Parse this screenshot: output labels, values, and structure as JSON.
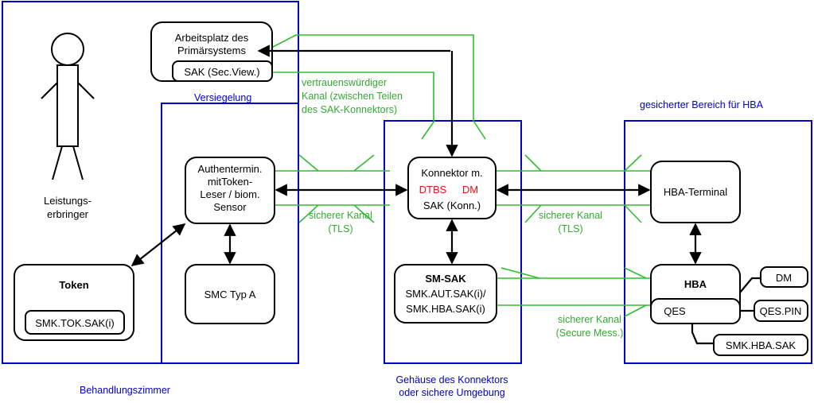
{
  "colors": {
    "region": "#0000cc",
    "secure_channel": "#33aa33",
    "highlight": "#ee1111",
    "box_stroke": "#000000"
  },
  "regions": {
    "behandlungszimmer": "Behandlungszimmer",
    "versiegelung": "Versiegelung",
    "gehaeuse_line1": "Gehäuse des Konnektors",
    "gehaeuse_line2": "oder sichere Umgebung",
    "hba_bereich": "gesicherter Bereich für HBA"
  },
  "person": {
    "line1": "Leistungs-",
    "line2": "erbringer",
    "icon": "person-icon"
  },
  "nodes": {
    "arbeitsplatz": {
      "line1": "Arbeitsplatz des",
      "line2": "Primärsystems"
    },
    "sak_secview": "SAK (Sec.View.)",
    "authenterminal": {
      "line1": "Authentermin.",
      "line2": "mitToken-",
      "line3": "Leser / biom.",
      "line4": "Sensor"
    },
    "smc": "SMC Typ A",
    "token": {
      "title": "Token",
      "inner": "SMK.TOK.SAK(i)"
    },
    "konnektor": {
      "line1": "Konnektor m.",
      "dtbs": "DTBS",
      "dm": "DM",
      "line3": "SAK (Konn.)"
    },
    "smsak": {
      "title": "SM-SAK",
      "line2": "SMK.AUT.SAK(i)/",
      "line3": "SMK.HBA.SAK(i)"
    },
    "hba_terminal": "HBA-Terminal",
    "hba": {
      "title": "HBA",
      "qes": "QES"
    },
    "dm": "DM",
    "qes_pin": "QES.PIN",
    "smk_hba_sak": "SMK.HBA.SAK"
  },
  "channels": {
    "trusted": {
      "line1": "vertrauenswürdiger",
      "line2": "Kanal (zwischen Teilen",
      "line3": "des SAK-Konnektors)"
    },
    "tls_left": {
      "line1": "sicherer Kanal",
      "line2": "(TLS)"
    },
    "tls_right": {
      "line1": "sicherer Kanal",
      "line2": "(TLS)"
    },
    "secure_mess": {
      "line1": "sicherer Kanal",
      "line2": "(Secure Mess.)"
    }
  }
}
